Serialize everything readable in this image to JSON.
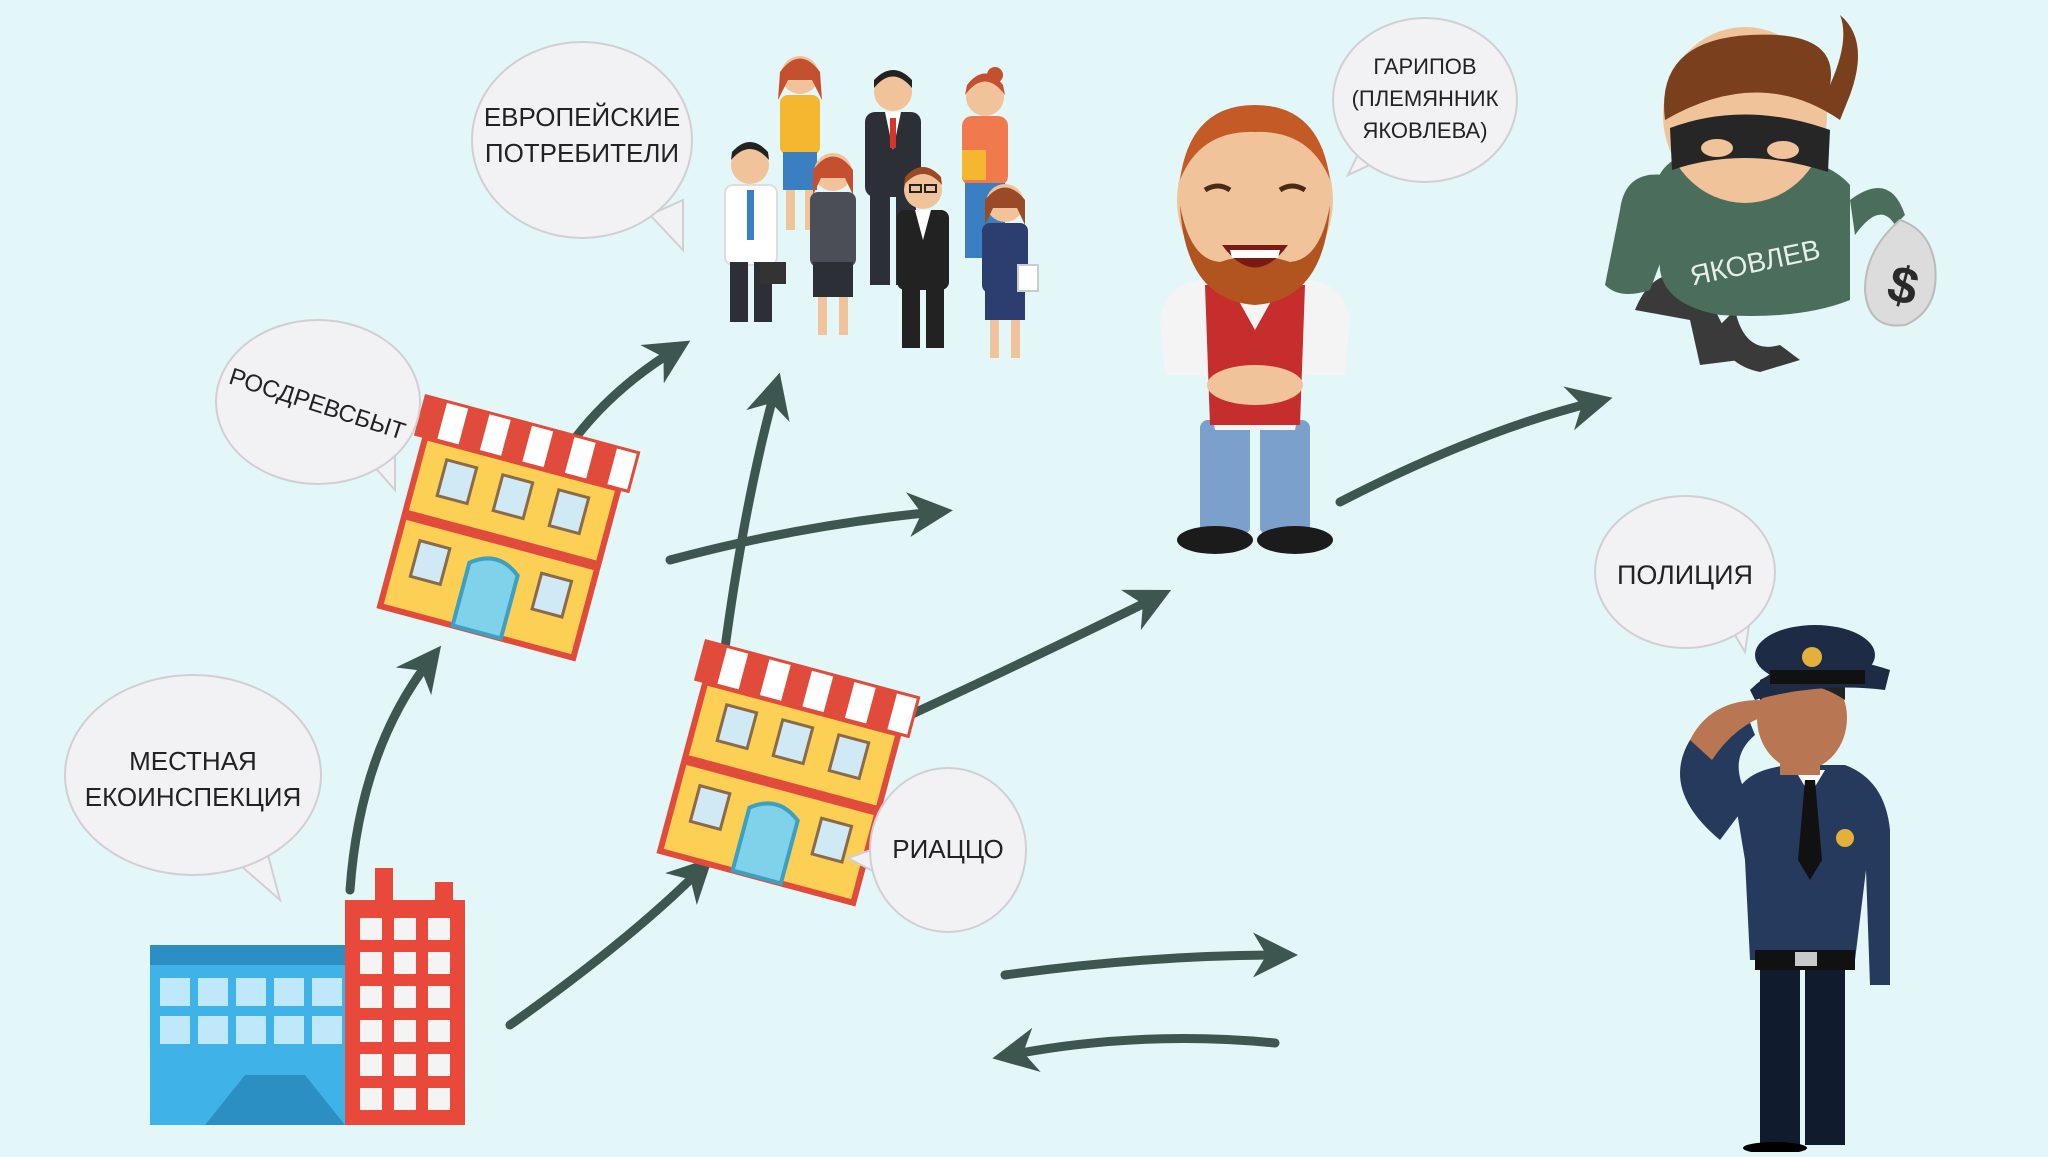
{
  "colors": {
    "background": "#e3f6f8",
    "arrow": "#3d5650",
    "bubble": "#f2f2f4",
    "bubble_text": "#222222"
  },
  "nodes": {
    "local_inspection": {
      "label_line1": "МЕСТНАЯ",
      "label_line2": "ЕКОИНСПЕКЦИЯ",
      "icon": "factory-icon"
    },
    "rosdrevsbyt": {
      "label": "РОСДРЕВСБЫТ",
      "icon": "shop-building-icon"
    },
    "european_consumers": {
      "label_line1": "ЕВРОПЕЙСКИЕ",
      "label_line2": "ПОТРЕБИТЕЛИ",
      "icon": "people-crowd-icon"
    },
    "riatsco": {
      "label": "РИАЦЦО",
      "icon": "shop-building-icon"
    },
    "garipov": {
      "label_line1": "ГАРИПОВ",
      "label_line2": "(ПЛЕМЯННИК",
      "label_line3": "ЯКОВЛЕВА)",
      "icon": "bearded-man-icon"
    },
    "yakovlev": {
      "label": "ЯКОВЛЕВ",
      "icon": "thief-icon"
    },
    "police": {
      "label": "ПОЛИЦИЯ",
      "icon": "police-officer-icon"
    }
  },
  "money_bag_symbol": "$"
}
